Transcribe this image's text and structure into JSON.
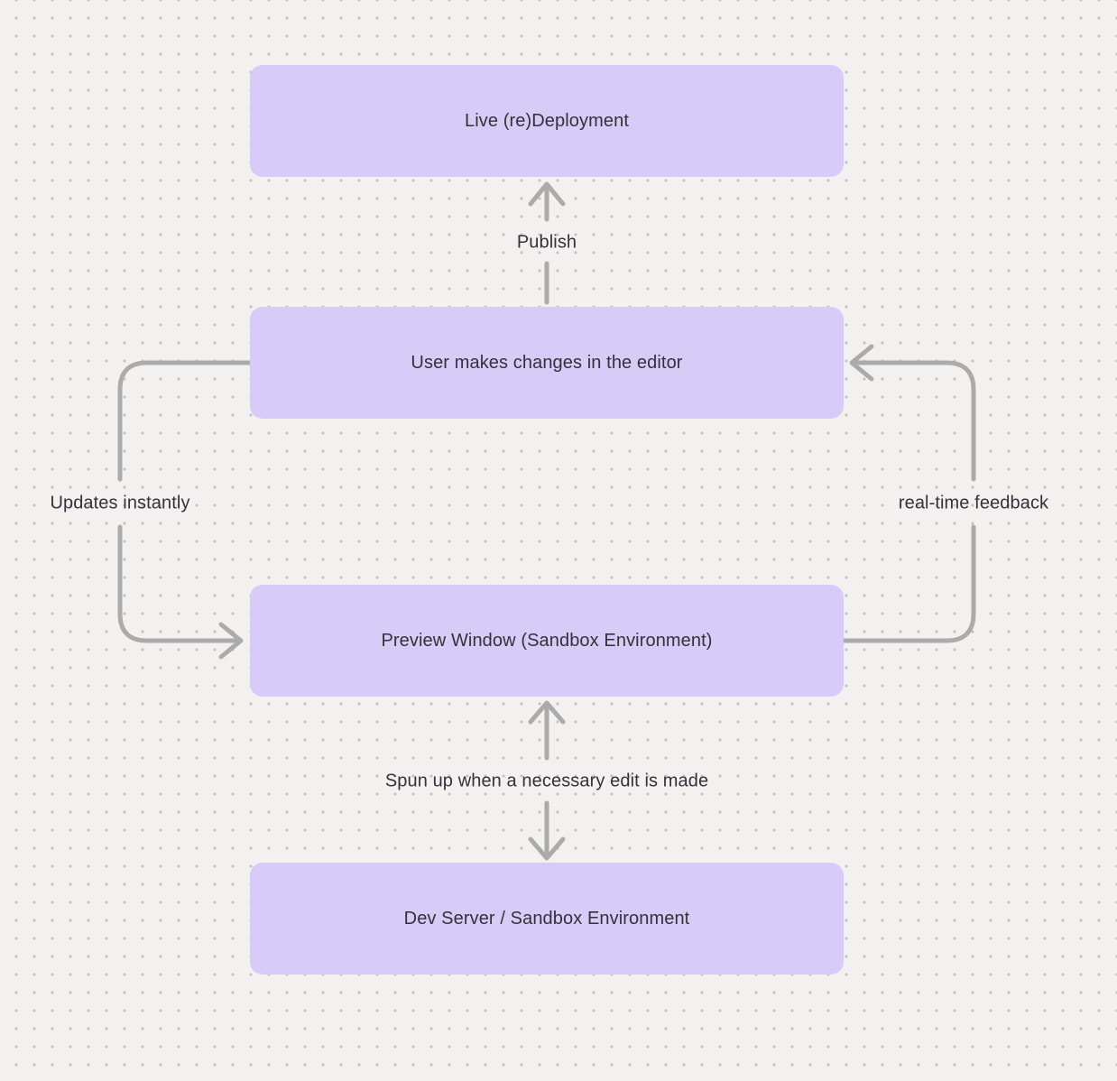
{
  "diagram": {
    "nodes": {
      "live_deployment": {
        "label": "Live (re)Deployment"
      },
      "user_changes": {
        "label": "User makes changes in the editor"
      },
      "preview_window": {
        "label": "Preview Window (Sandbox Environment)"
      },
      "dev_server": {
        "label": "Dev Server / Sandbox Environment"
      }
    },
    "edges": {
      "publish": {
        "label": "Publish",
        "from": "user_changes",
        "to": "live_deployment",
        "direction": "up"
      },
      "updates_instantly": {
        "label": "Updates instantly",
        "from": "user_changes",
        "to": "preview_window",
        "direction": "left-loop-down"
      },
      "realtime_feedback": {
        "label": "real-time feedback",
        "from": "preview_window",
        "to": "user_changes",
        "direction": "right-loop-up"
      },
      "spun_up": {
        "label": "Spun up when a necessary edit is made",
        "from": "dev_server",
        "to": "preview_window",
        "bidirectional": true
      }
    },
    "colors": {
      "background": "#f2f1f0",
      "dot": "#c6c4c2",
      "node_fill": "#d7cbf7",
      "arrow": "#ababab",
      "text": "#35313a"
    }
  }
}
